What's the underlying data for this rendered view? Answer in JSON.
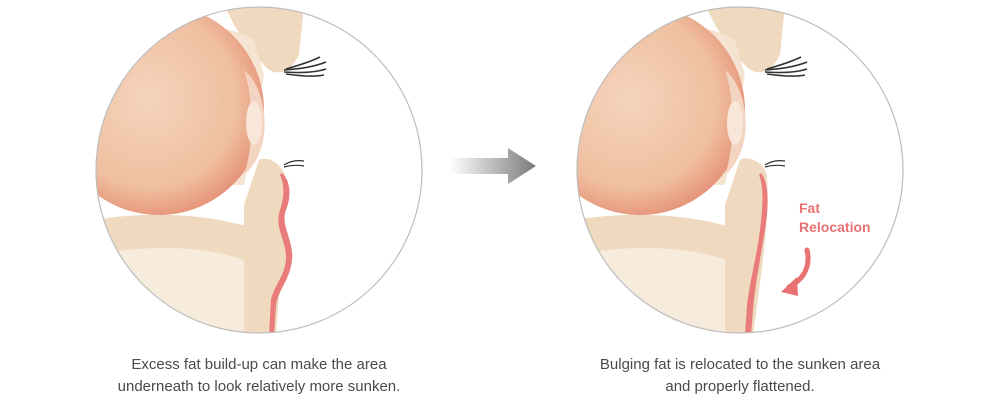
{
  "panels": {
    "before": {
      "caption_line1": "Excess fat build-up can make the area",
      "caption_line2": "underneath to look relatively more sunken."
    },
    "after": {
      "caption_line1": "Bulging fat is relocated to the sunken area",
      "caption_line2": "and properly flattened.",
      "annotation_line1": "Fat",
      "annotation_line2": "Relocation"
    }
  },
  "colors": {
    "skin": "#efd9bf",
    "skin_dark": "#e3c4a4",
    "eyeball": "#f1c3a6",
    "eyeball_edge": "#e4826f",
    "fat_pink": "#e97b7b",
    "annotation": "#e87272",
    "circle_border": "#bdbdbd",
    "arrow_gray": "#7a7a7a",
    "caption_text": "#4a4a4a"
  },
  "icons": {
    "transition_arrow": "right-arrow-icon",
    "relocation_arrow": "curved-arrow-icon"
  }
}
